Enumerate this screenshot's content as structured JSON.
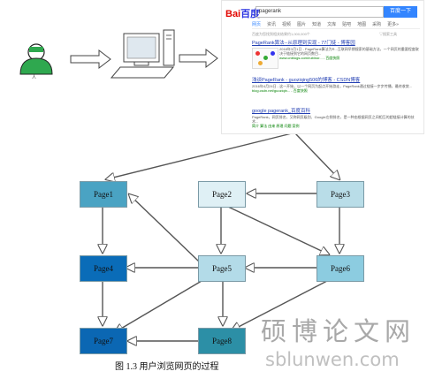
{
  "search": {
    "logo_a": "Bai",
    "logo_b": "百度",
    "query": "pagerank",
    "button": "百度一下",
    "tabs": [
      "网页",
      "资讯",
      "视频",
      "图片",
      "知道",
      "文库",
      "贴吧",
      "地图",
      "采购",
      "更多»"
    ],
    "count": "百度为您找到相关结果约1,000,000个",
    "tools": "▽搜索工具",
    "results": [
      {
        "title": "PageRank算法--从原理到实现 - 77门徒 - 博客园",
        "desc": "2018年3月1日 - PageRank算法为R...互联网早期搜索的基础方法，一个网页的重要程度取决于链接到它的网页数目...",
        "url": "www.cnblogs.com/rubinor...  - 百度快照"
      },
      {
        "title": "浅谈PageRank - guoziqing506的博客 - CSDN博客",
        "desc": "2016年4月24日 - 这一开始，以一个网页为起点开始游走，PageRank通过链接一步步传播，最终收敛...",
        "url": "blog.csdn.net/guoziqin...  - 百度快照"
      },
      {
        "title": "google pagerank_百度百科",
        "desc": "PageRank，网页排名，又称网页级别、Google左侧排名，是一种由根据网页之间相互的超链接计算的技术...",
        "url": "简介  算法  由来  原理  问题  案例"
      }
    ]
  },
  "user_label": "人",
  "nodes": {
    "page1": "Page1",
    "page2": "Page2",
    "page3": "Page3",
    "page4": "Page4",
    "page5": "Page5",
    "page6": "Page6",
    "page7": "Page7",
    "page8": "Page8"
  },
  "colors": {
    "page1": "#4aa3c3",
    "page2": "#dff0f5",
    "page3": "#b9dde8",
    "page4": "#0a6cb8",
    "page5": "#b3dbe8",
    "page6": "#8ccce0",
    "page7": "#0b67b3",
    "page8": "#2c8fa6",
    "arrow": "#555555",
    "user": "#2fa84f"
  },
  "caption": "图 1.3  用户浏览网页的过程",
  "watermark": {
    "cn": "硕博论文网",
    "url": "sblunwen.com"
  }
}
